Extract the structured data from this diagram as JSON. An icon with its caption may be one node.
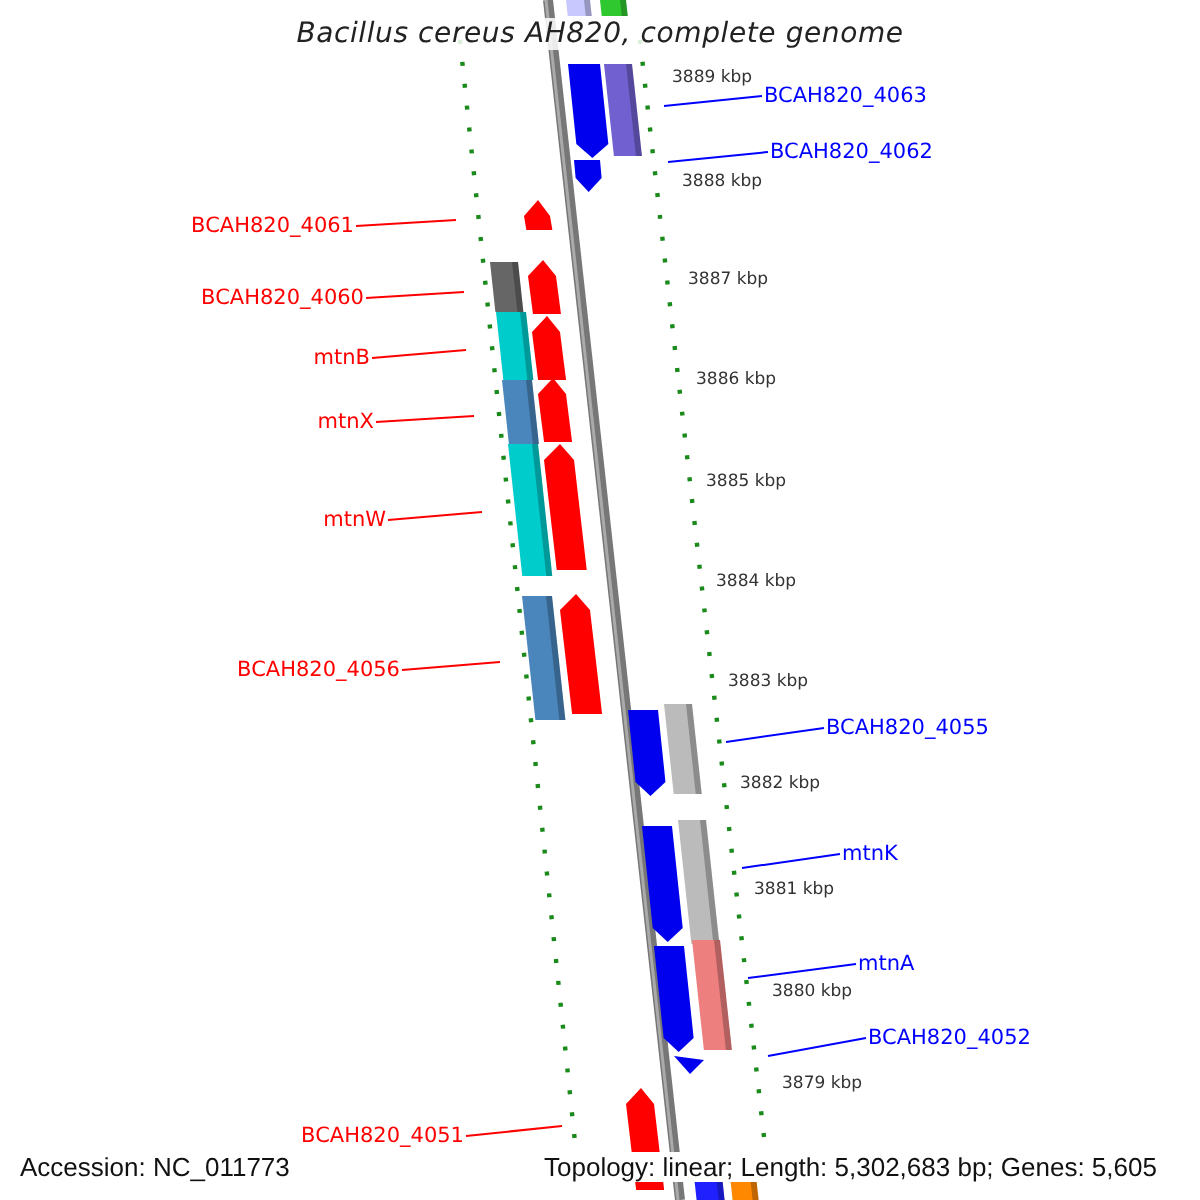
{
  "diagram": {
    "title": "Bacillus cereus AH820, complete genome",
    "nodes": [
      {
        "text": [
          "BCAH820_4063"
        ]
      },
      {
        "text": [
          "BCAH820_4062"
        ]
      },
      {
        "text": [
          "BCAH820_4061"
        ]
      },
      {
        "text": [
          "BCAH820_4060"
        ]
      },
      {
        "text": [
          "mtnB"
        ]
      },
      {
        "text": [
          "mtnX"
        ]
      },
      {
        "text": [
          "mtnW"
        ]
      },
      {
        "text": [
          "BCAH820_4056"
        ]
      },
      {
        "text": [
          "BCAH820_4055"
        ]
      },
      {
        "text": [
          "mtnK"
        ]
      },
      {
        "text": [
          "mtnA"
        ]
      },
      {
        "text": [
          "BCAH820_4052"
        ]
      },
      {
        "text": [
          "BCAH820_4051"
        ]
      }
    ],
    "edges": [
      {
        "from": 0,
        "to": null,
        "arrow": "none",
        "color": "#0000ff"
      },
      {
        "from": 1,
        "to": null,
        "arrow": "none",
        "color": "#0000ff"
      },
      {
        "from": 2,
        "to": null,
        "arrow": "none"
      },
      {
        "from": 3,
        "to": null,
        "arrow": "none"
      },
      {
        "from": 4,
        "to": null,
        "arrow": "none"
      },
      {
        "from": 5,
        "to": null,
        "arrow": "none"
      },
      {
        "from": 6,
        "to": null,
        "arrow": "none"
      },
      {
        "from": 7,
        "to": null,
        "arrow": "none"
      },
      {
        "from": 8,
        "to": null,
        "arrow": "none",
        "color": "#0000ff"
      },
      {
        "from": 9,
        "to": null,
        "arrow": "none",
        "color": "#0000ff"
      },
      {
        "from": 10,
        "to": null,
        "arrow": "none",
        "color": "#0000ff"
      },
      {
        "from": 11,
        "to": null,
        "arrow": "none",
        "color": "#0000ff"
      },
      {
        "from": 12,
        "to": null,
        "arrow": "none"
      }
    ],
    "labels": [
      "3889 kbp",
      "3888 kbp",
      "3887 kbp",
      "3886 kbp",
      "3885 kbp",
      "3884 kbp",
      "3883 kbp",
      "3882 kbp",
      "3881 kbp",
      "3880 kbp",
      "3879 kbp",
      "Accession: NC_011773",
      "Topology: linear; Length: 5,302,683 bp; Genes: 5,605"
    ]
  }
}
